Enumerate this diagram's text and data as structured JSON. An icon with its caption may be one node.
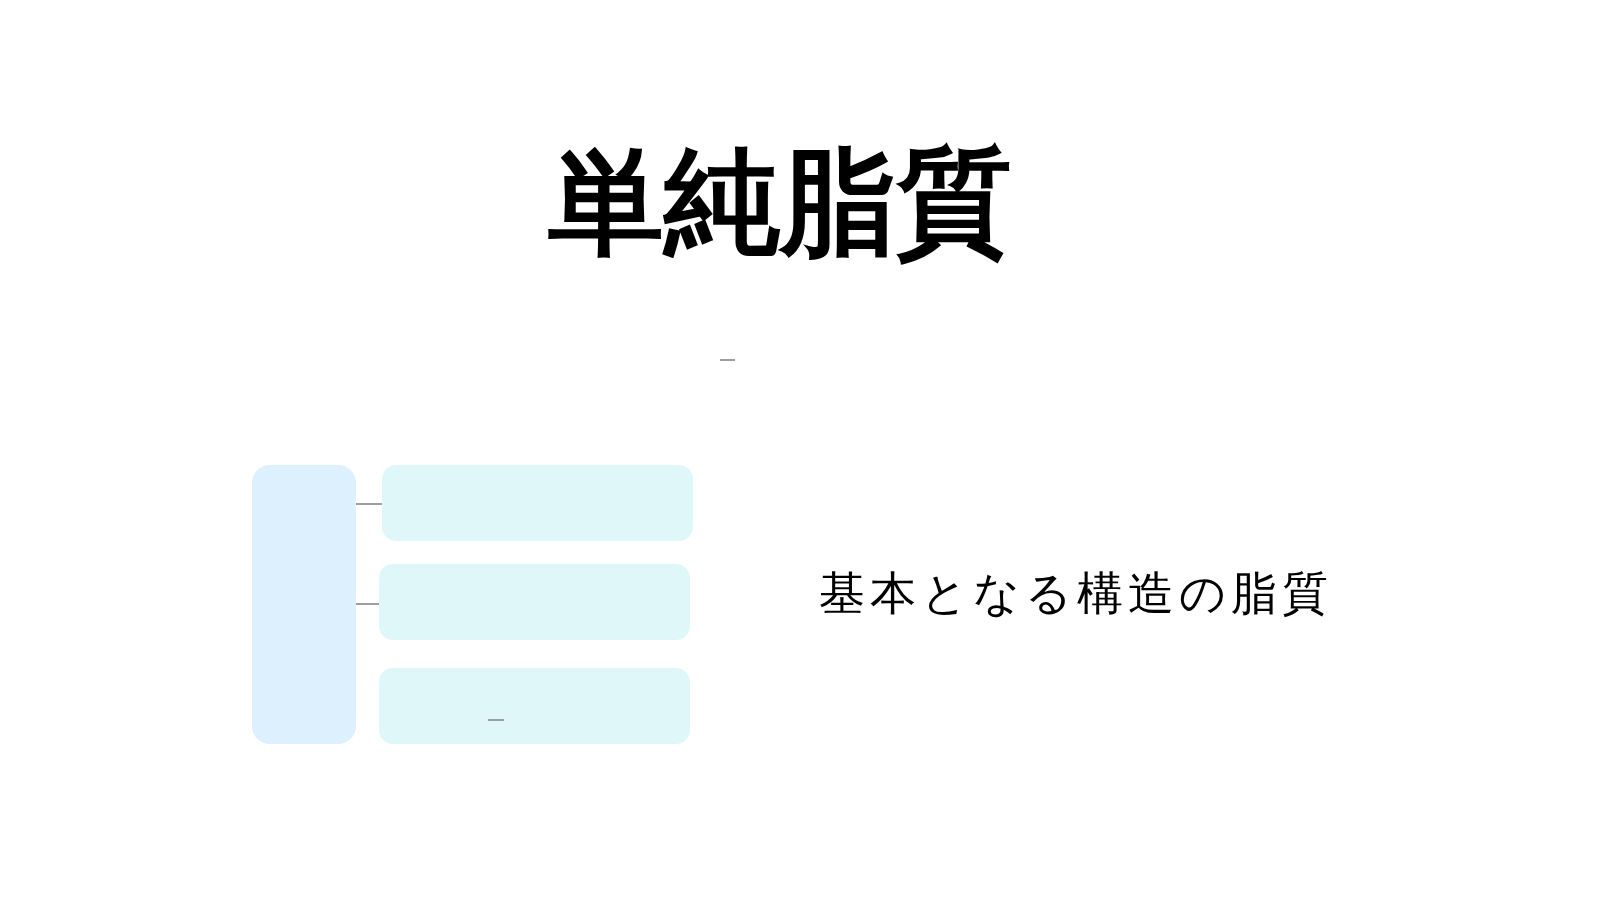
{
  "diagram": {
    "title": "単純脂質",
    "nodes": [
      {
        "text": [],
        "shape": "box"
      },
      {
        "text": [],
        "shape": "box"
      },
      {
        "text": [],
        "shape": "box"
      },
      {
        "text": [],
        "shape": "box"
      }
    ],
    "edges": [
      {
        "from": 0,
        "to": 1,
        "arrow": "none"
      },
      {
        "from": 0,
        "to": 2,
        "arrow": "none"
      }
    ],
    "labels": [
      "基本となる構造の脂質"
    ]
  }
}
